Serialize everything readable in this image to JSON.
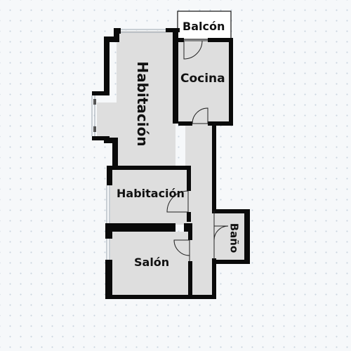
{
  "floorplan": {
    "rooms": {
      "balcon": "Balcón",
      "cocina": "Cocina",
      "habitacion_main": "Habitación",
      "habitacion_small": "Habitación",
      "bano": "Baño",
      "salon": "Salón"
    },
    "colors": {
      "floor": "#dedede",
      "wall": "#0a0a0a",
      "background": "#f6f8fa"
    }
  }
}
